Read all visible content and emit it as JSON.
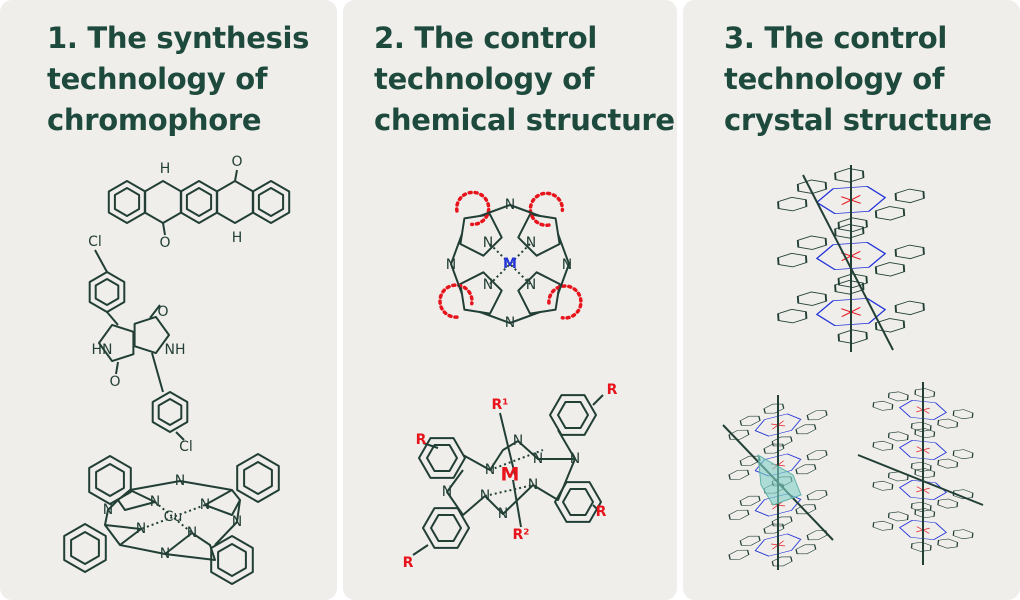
{
  "panels": [
    {
      "title_lines": [
        "1. The synthesis",
        "technology of",
        "chromophore"
      ]
    },
    {
      "title_lines": [
        "2. The control",
        "technology of",
        "chemical structure"
      ]
    },
    {
      "title_lines": [
        "3. The control",
        "technology of",
        "crystal structure"
      ]
    }
  ],
  "atoms": {
    "H": "H",
    "O": "O",
    "N": "N",
    "Cl": "Cl",
    "HN": "HN",
    "NH": "NH",
    "Cu": "Cu",
    "M": "M",
    "R": "R",
    "R1": "R¹",
    "R2": "R²"
  },
  "colors": {
    "title": "#1d4a3c",
    "panel": "#efeeeb",
    "accent_red": "#e8141c",
    "accent_blue": "#2233d8",
    "bond": "#223f36"
  }
}
